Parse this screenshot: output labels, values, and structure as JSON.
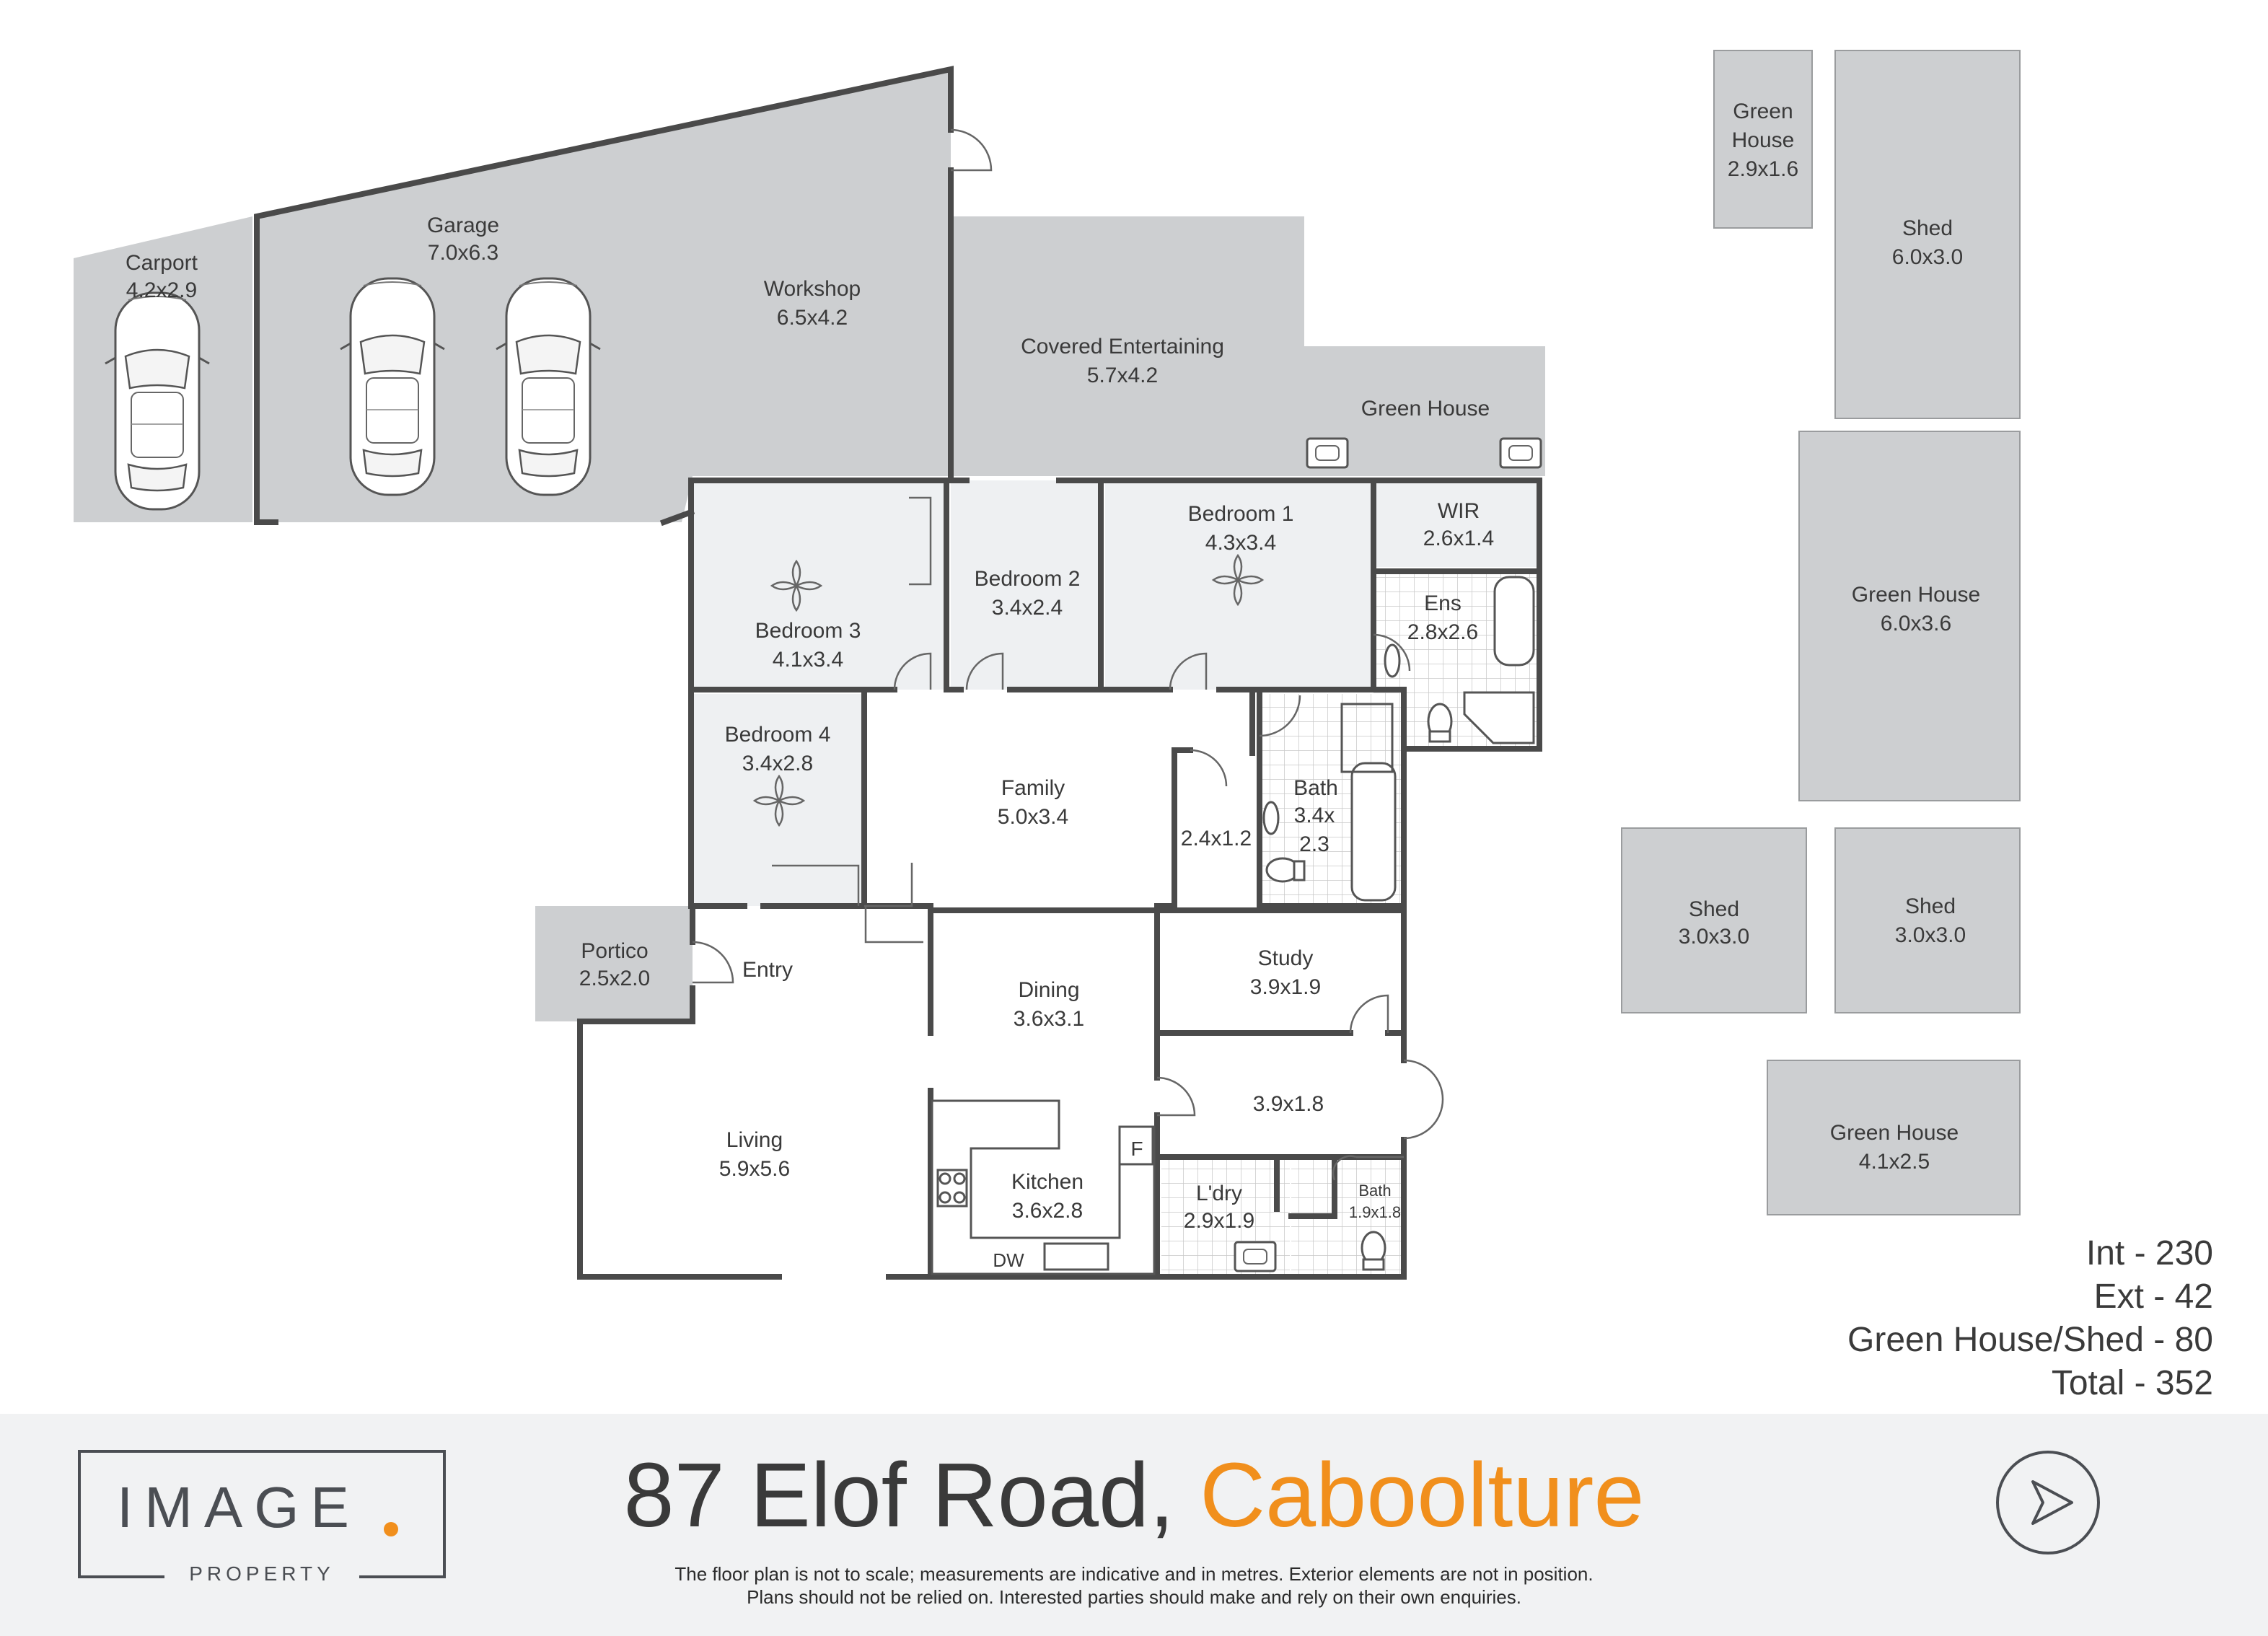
{
  "rooms": {
    "carport": {
      "name": "Carport",
      "size": "4.2x2.9"
    },
    "garage": {
      "name": "Garage",
      "size": "7.0x6.3"
    },
    "workshop": {
      "name": "Workshop",
      "size": "6.5x4.2"
    },
    "covered_entertaining": {
      "name": "Covered Entertaining",
      "size": "5.7x4.2"
    },
    "green_house_main": {
      "name": "Green House"
    },
    "bedroom1": {
      "name": "Bedroom 1",
      "size": "4.3x3.4"
    },
    "wir": {
      "name": "WIR",
      "size": "2.6x1.4"
    },
    "ens": {
      "name": "Ens",
      "size": "2.8x2.6"
    },
    "bedroom2": {
      "name": "Bedroom 2",
      "size": "3.4x2.4"
    },
    "bedroom3": {
      "name": "Bedroom 3",
      "size": "4.1x3.4"
    },
    "bedroom4": {
      "name": "Bedroom 4",
      "size": "3.4x2.8"
    },
    "family": {
      "name": "Family",
      "size": "5.0x3.4"
    },
    "hall_room": {
      "size": "2.4x1.2"
    },
    "bath_main": {
      "name": "Bath",
      "size_line1": "3.4x",
      "size_line2": "2.3"
    },
    "portico": {
      "name": "Portico",
      "size": "2.5x2.0"
    },
    "entry": {
      "name": "Entry"
    },
    "dining": {
      "name": "Dining",
      "size": "3.6x3.1"
    },
    "study": {
      "name": "Study",
      "size": "3.9x1.9"
    },
    "room_39x18": {
      "size": "3.9x1.8"
    },
    "living": {
      "name": "Living",
      "size": "5.9x5.6"
    },
    "kitchen": {
      "name": "Kitchen",
      "size": "3.6x2.8",
      "fridge_label": "F",
      "dishwasher_label": "DW"
    },
    "laundry": {
      "name": "L'dry",
      "size": "2.9x1.9"
    },
    "bath_small": {
      "name": "Bath",
      "size": "1.9x1.8"
    }
  },
  "outbuildings": {
    "green_house_a": {
      "name_line1": "Green",
      "name_line2": "House",
      "size": "2.9x1.6"
    },
    "shed_a": {
      "name": "Shed",
      "size": "6.0x3.0"
    },
    "green_house_b": {
      "name": "Green House",
      "size": "6.0x3.6"
    },
    "shed_b": {
      "name": "Shed",
      "size": "3.0x3.0"
    },
    "shed_c": {
      "name": "Shed",
      "size": "3.0x3.0"
    },
    "green_house_c": {
      "name": "Green House",
      "size": "4.1x2.5"
    }
  },
  "areas": {
    "int": "Int - 230",
    "ext": "Ext - 42",
    "green_shed": "Green House/Shed - 80",
    "total": "Total - 352"
  },
  "footer": {
    "logo_word": "IMAGE",
    "logo_sub": "PROPERTY",
    "address_street": "87 Elof Road,",
    "address_city": "Caboolture",
    "disclaimer_line1": "The floor plan is not to scale; measurements are indicative and in metres. Exterior elements are not in position.",
    "disclaimer_line2": "Plans should not be relied on. Interested parties should make and rely on their own enquiries."
  },
  "colors": {
    "wall": "#4a4a4a",
    "exterior_fill": "#cdcfd1",
    "tile_grid": "#c9c9c9",
    "accent": "#f18f1c",
    "footer_bg": "#f1f2f3"
  }
}
